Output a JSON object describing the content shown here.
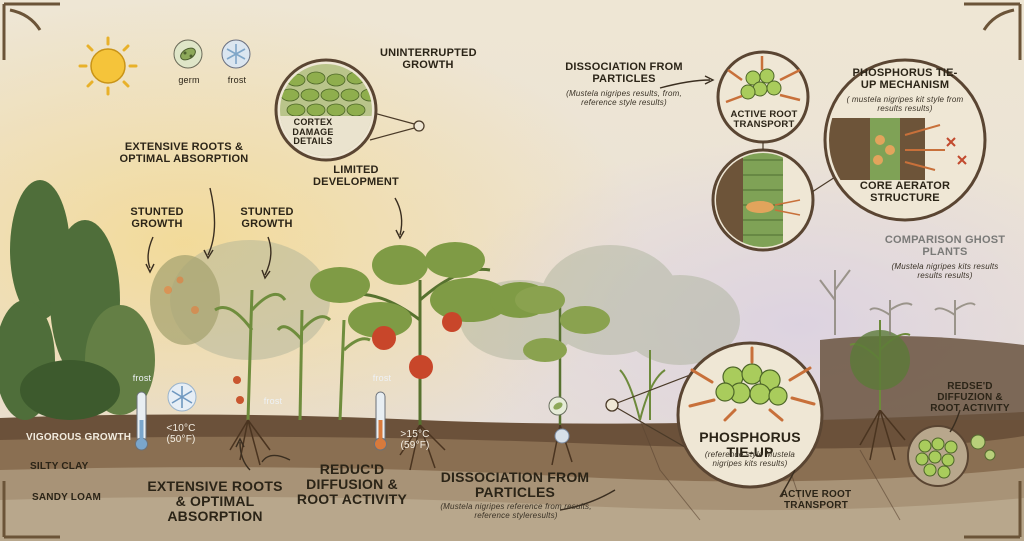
{
  "legend": {
    "germ": "germ",
    "frost": "frost"
  },
  "labels": {
    "uninterrupted_growth": "UNINTERRUPTED GROWTH",
    "cortex_damage": "CORTEX DAMAGE DETAILS",
    "extensive_roots_top": "EXTENSIVE ROOTS & OPTIMAL ABSORPTION",
    "stunted_growth_1": "STUNTED GROWTH",
    "stunted_growth_2": "STUNTED GROWTH",
    "limited_development": "LIMITED DEVELOPMENT",
    "dissociation_top": "DISSOCIATION FROM PARTICLES",
    "dissociation_top_sub": "(Mustela nigripes results, from, reference style results)",
    "active_root_transport_top": "ACTIVE ROOT TRANSPORT",
    "phosphorus_mechanism": "PHOSPHORUS TIE-UP MECHANISM",
    "phosphorus_mechanism_sub": "( mustela nigripes kit style from results results)",
    "core_aerator": "CORE AERATOR STRUCTURE",
    "comparison_ghost": "COMPARISON GHOST PLANTS",
    "comparison_ghost_sub": "(Mustela nigripes kits results results results)",
    "frost_1": "frost",
    "frost_2": "frost",
    "frost_3": "frost",
    "temp_low": "<10°C (50°F)",
    "temp_high": ">15°C (59°F)",
    "vigorous_growth": "VIGOROUS GROWTH",
    "silty_clay": "SILTY CLAY",
    "sandy_loam": "SANDY LOAM",
    "extensive_roots_bottom": "EXTENSIVE ROOTS & OPTIMAL ABSORPTION",
    "reduced_diffusion": "REDUC'D DIFFUSION & ROOT ACTIVITY",
    "dissociation_bottom": "DISSOCIATION FROM PARTICLES",
    "dissociation_bottom_sub": "(Mustela nigripes reference from results, reference styleresults)",
    "phosphorus_tieup": "PHOSPHORUS TIE-UP",
    "phosphorus_tieup_sub": "(reference style Mustela nigripes kits results)",
    "redsed_diffusion": "REDSE'D DIFFUZION & ROOT ACTIVITY",
    "active_root_transport_bottom": "ACTIVE ROOT TRANSPORT"
  },
  "colors": {
    "sky_top": "#efe7d5",
    "sky_glow": "#f3dfae",
    "soil": "#7a5c3e",
    "soil_dark": "#5a4330",
    "leaf": "#6f8f3f",
    "leaf_dark": "#3f5e2c",
    "tomato": "#c8462a",
    "cell": "#9dc45a",
    "frame": "#6b5438"
  }
}
